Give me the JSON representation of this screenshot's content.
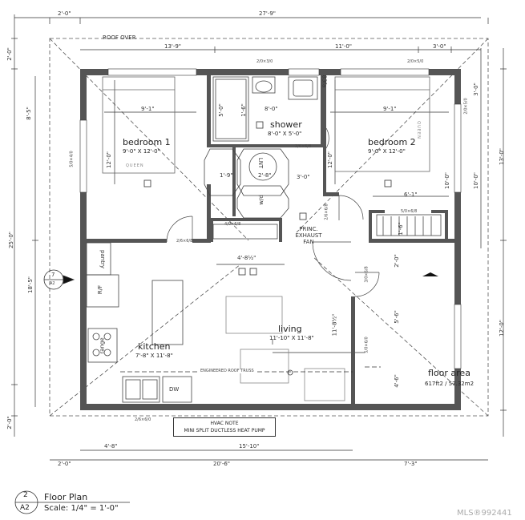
{
  "dimensions": {
    "top_overall": "27'-9\"",
    "top_left_ext": "2'-0\"",
    "top_seg_1": "13'-9\"",
    "top_seg_2": "11'-0\"",
    "top_seg_3": "3'-0\"",
    "roof_over": "ROOF OVER",
    "left_top_ext": "2'-0\"",
    "left_seg_1": "8'-5\"",
    "left_overall": "25'-0\"",
    "left_seg_2": "18'-5\"",
    "left_bottom_ext": "2'-0\"",
    "right_seg_1": "3'-0\"",
    "right_seg_2": "13'-0\"",
    "right_seg_3": "10'-0\"",
    "right_seg_4": "12'-0\"",
    "right_seg_5": "2'-0\"",
    "right_seg_6": "5'-6\"",
    "right_seg_7": "4'-6\"",
    "bottom_seg_1": "4'-8\"",
    "bottom_seg_2": "15'-10\"",
    "bottom_ext_left": "2'-0\"",
    "bottom_seg_3": "20'-6\"",
    "bottom_seg_4": "7'-3\"",
    "bed1_width": "9'-1\"",
    "bed1_depth": "12'-0\"",
    "bed2_width": "9'-1\"",
    "bed2_depth": "12'-0\"",
    "bed2_closet": "6'-1\"",
    "bath_width": "8'-0\"",
    "bath_depth": "5'-0\"",
    "hall_width": "3'-0\"",
    "closet_width": "1'-9\"",
    "wd_width": "2'-8\"",
    "stair_width": "4'-8½\"",
    "bath_side": "1'-6\"",
    "living_side": "11'-8½\"",
    "bed2_side": "10'-0\"",
    "bed2_closet_side": "1'-6\""
  },
  "tags": {
    "win_1": "2/0×3/0",
    "win_2": "2/0×5/0",
    "win_3": "2/0×5/0",
    "door_bath": "2/6×6/8",
    "door_bed1": "2/6×6/8",
    "door_bed2": "2/6×6/8",
    "door_closet": "4/0×6/8",
    "door_bed2_closet": "5/0×6/8",
    "door_front": "3/0×6/8",
    "win_living": "5/0×6/0",
    "door_bottom": "2/6×6/0",
    "win_bed1": "5/0×4/0",
    "bath_width_note": "5'-0\""
  },
  "rooms": {
    "bedroom1_name": "bedroom 1",
    "bedroom1_size": "9'-0\" X 12'-0\"",
    "bedroom1_bed": "QUEEN",
    "shower_name": "shower",
    "shower_size": "8'-0\" X 5'-0\"",
    "bedroom2_name": "bedroom 2",
    "bedroom2_size": "9'-0\" X 12'-0\"",
    "bedroom2_bed": "QUEEN",
    "kitchen_name": "kitchen",
    "kitchen_size": "7'-8\" X 11'-8\"",
    "living_name": "living",
    "living_size": "11'-10\" X 11'-8\"",
    "lnt": "LNT",
    "wd": "w/d",
    "pantry": "pantry",
    "rf": "R/F",
    "range": "range",
    "dw": "DW",
    "bath_fan": "83fa",
    "exhaust_fan": "PRINC. EXHAUST FAN",
    "truss": "ENGINEERED ROOF TRUSS"
  },
  "floor_area": {
    "label": "floor area",
    "value": "617ft2 / 57.32m2"
  },
  "section_marker": {
    "number": "7",
    "sheet": "A2"
  },
  "hvac": {
    "title": "HVAC NOTE",
    "text": "MINI SPLIT DUCTLESS HEAT PUMP"
  },
  "title_block": {
    "number": "2",
    "sheet": "A2",
    "title": "Floor Plan",
    "scale": "Scale: 1/4\" = 1'-0\""
  },
  "watermark": "MLS®992441"
}
